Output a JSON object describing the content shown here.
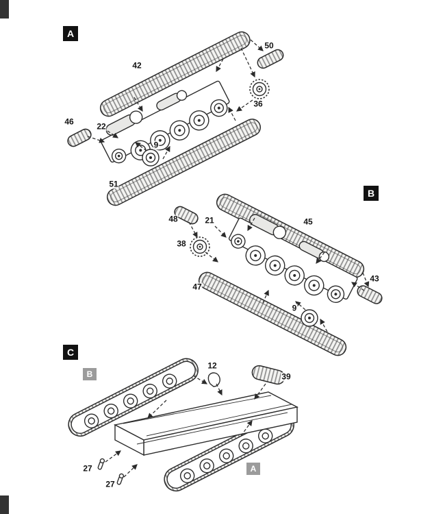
{
  "sheet": {
    "background": "#ffffff",
    "ink_color": "#2b2b2b",
    "section_label_bg": "#121212",
    "inset_label_bg": "#9b9b9b"
  },
  "sections": {
    "a": {
      "label": "A",
      "parts": {
        "p42": "42",
        "p50": "50",
        "p36": "36",
        "p46": "46",
        "p22": "22",
        "p9": "9",
        "p51": "51"
      }
    },
    "b": {
      "label": "B",
      "parts": {
        "p48": "48",
        "p21": "21",
        "p38": "38",
        "p45": "45",
        "p43": "43",
        "p47": "47",
        "p9": "9"
      }
    },
    "c": {
      "label": "C",
      "insets": {
        "left": "B",
        "right": "A"
      },
      "parts": {
        "p12": "12",
        "p39": "39",
        "p27a": "27",
        "p27b": "27"
      }
    }
  }
}
